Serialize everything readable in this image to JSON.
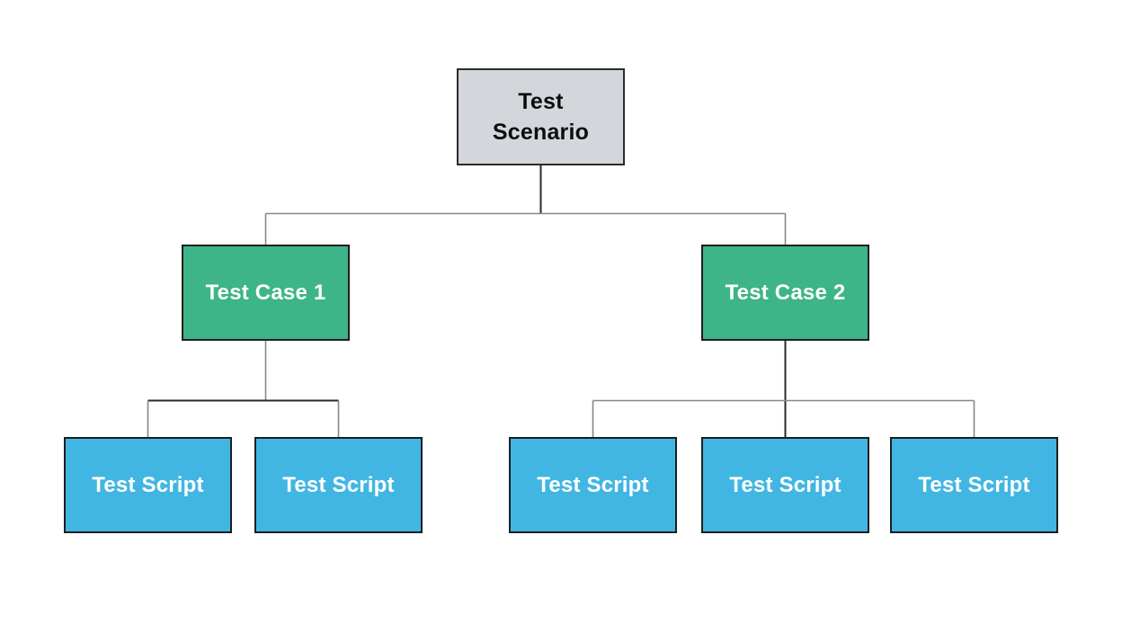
{
  "diagram": {
    "type": "org-tree",
    "description_levels": [
      "scenario",
      "case",
      "script"
    ],
    "colors": {
      "canvas_bg": "#ffffff",
      "scenario_fill": "#d3d7db",
      "scenario_border": "#2b2b2b",
      "scenario_text": "#0d0d0d",
      "case_fill": "#3eb489",
      "case_border": "#1e1e1e",
      "script_fill": "#41b6e3",
      "script_border": "#1e1e1e",
      "node_text_light": "#ffffff",
      "line_gray": "#878787",
      "line_dark": "#2a2a2a"
    },
    "nodes": {
      "scenario": {
        "label": "Test Scenario",
        "lines": [
          "Test",
          "Scenario"
        ]
      },
      "tc1": {
        "label": "Test Case 1"
      },
      "tc2": {
        "label": "Test Case 2"
      },
      "ts1": {
        "label": "Test Script"
      },
      "ts2": {
        "label": "Test Script"
      },
      "ts3": {
        "label": "Test Script"
      },
      "ts4": {
        "label": "Test Script"
      },
      "ts5": {
        "label": "Test Script"
      }
    },
    "edges": [
      {
        "from": "scenario",
        "to": "tc1"
      },
      {
        "from": "scenario",
        "to": "tc2"
      },
      {
        "from": "tc1",
        "to": "ts1"
      },
      {
        "from": "tc1",
        "to": "ts2"
      },
      {
        "from": "tc2",
        "to": "ts3"
      },
      {
        "from": "tc2",
        "to": "ts4"
      },
      {
        "from": "tc2",
        "to": "ts5"
      }
    ]
  }
}
